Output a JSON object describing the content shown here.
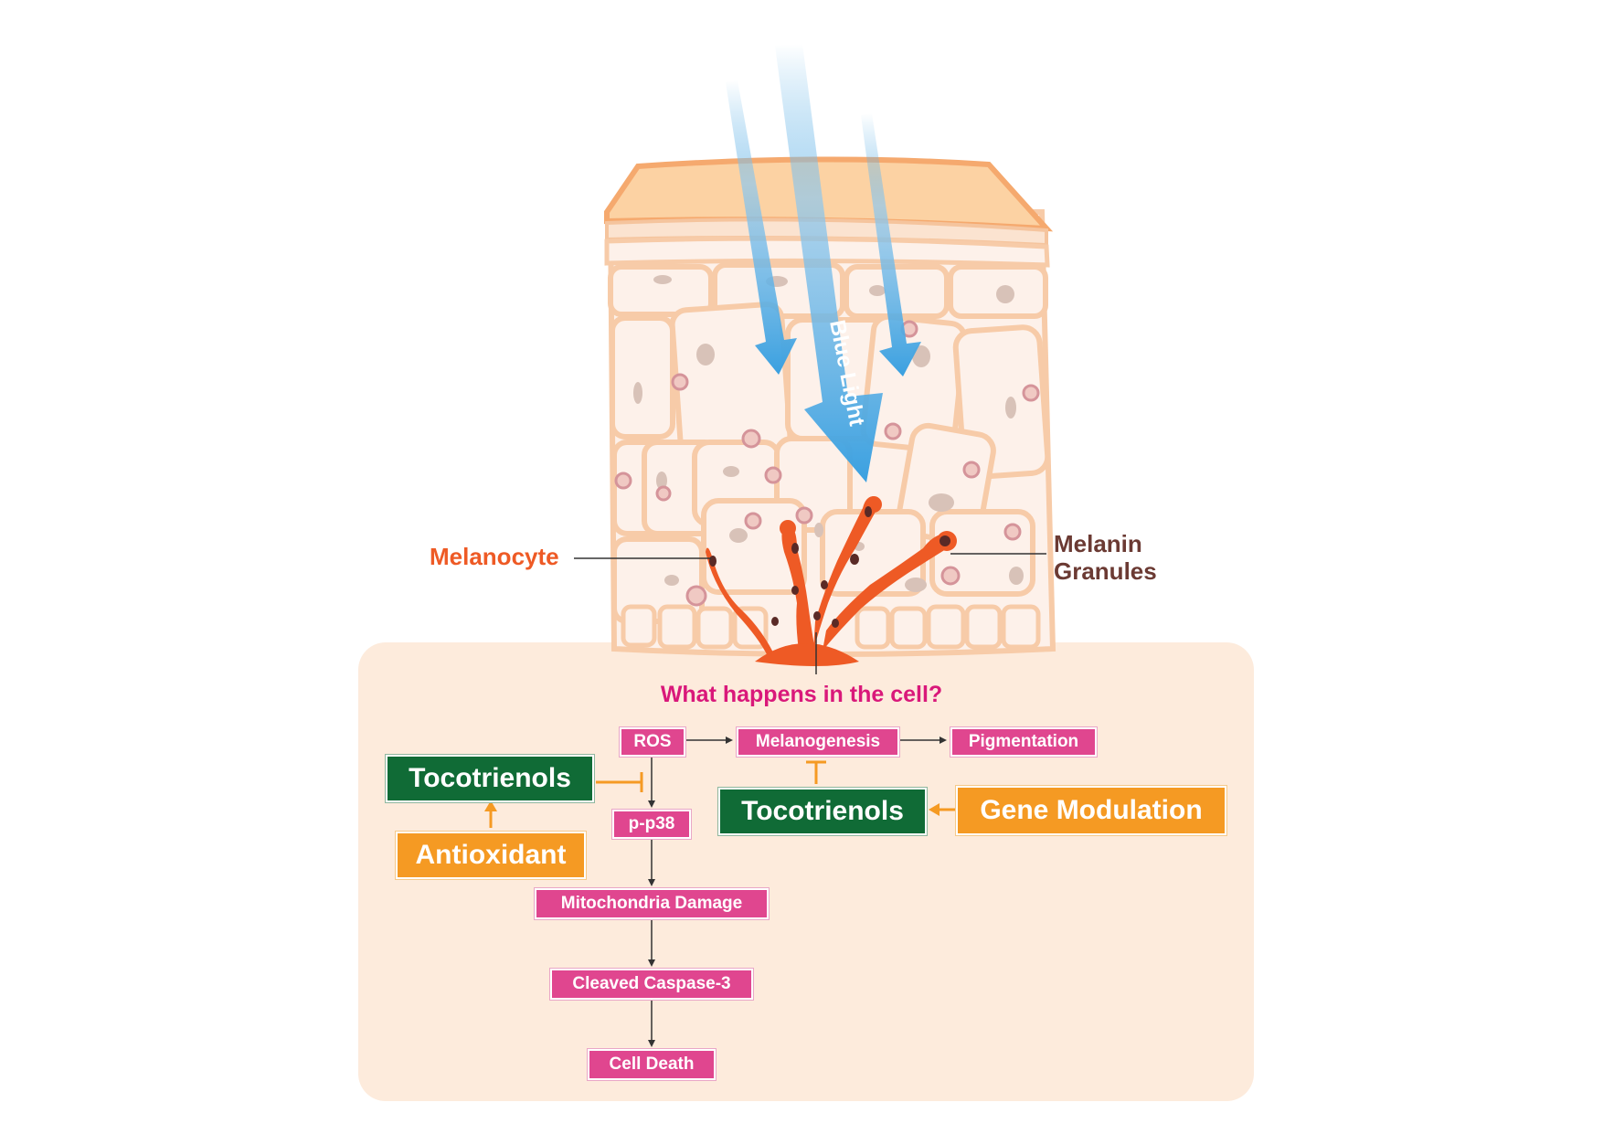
{
  "labels": {
    "blue_light": "Blue Light",
    "melanocyte": "Melanocyte",
    "melanin_granules_line1": "Melanin",
    "melanin_granules_line2": "Granules",
    "question": "What happens in the cell?"
  },
  "pathway": {
    "ros": "ROS",
    "melanogenesis": "Melanogenesis",
    "pigmentation": "Pigmentation",
    "pp38": "p-p38",
    "mitochondria": "Mitochondria Damage",
    "caspase": "Cleaved Caspase-3",
    "cell_death": "Cell Death"
  },
  "interventions": {
    "tocotrienols_left": "Tocotrienols",
    "antioxidant": "Antioxidant",
    "tocotrienols_right": "Tocotrienols",
    "gene_modulation": "Gene Modulation"
  },
  "colors": {
    "pink": "#e0468f",
    "green": "#106b36",
    "orange": "#f59a23",
    "melanocyte": "#ee5a25",
    "blue_light": "#3aa0e0",
    "question": "#d9187a",
    "panel": "#fdebdc"
  }
}
